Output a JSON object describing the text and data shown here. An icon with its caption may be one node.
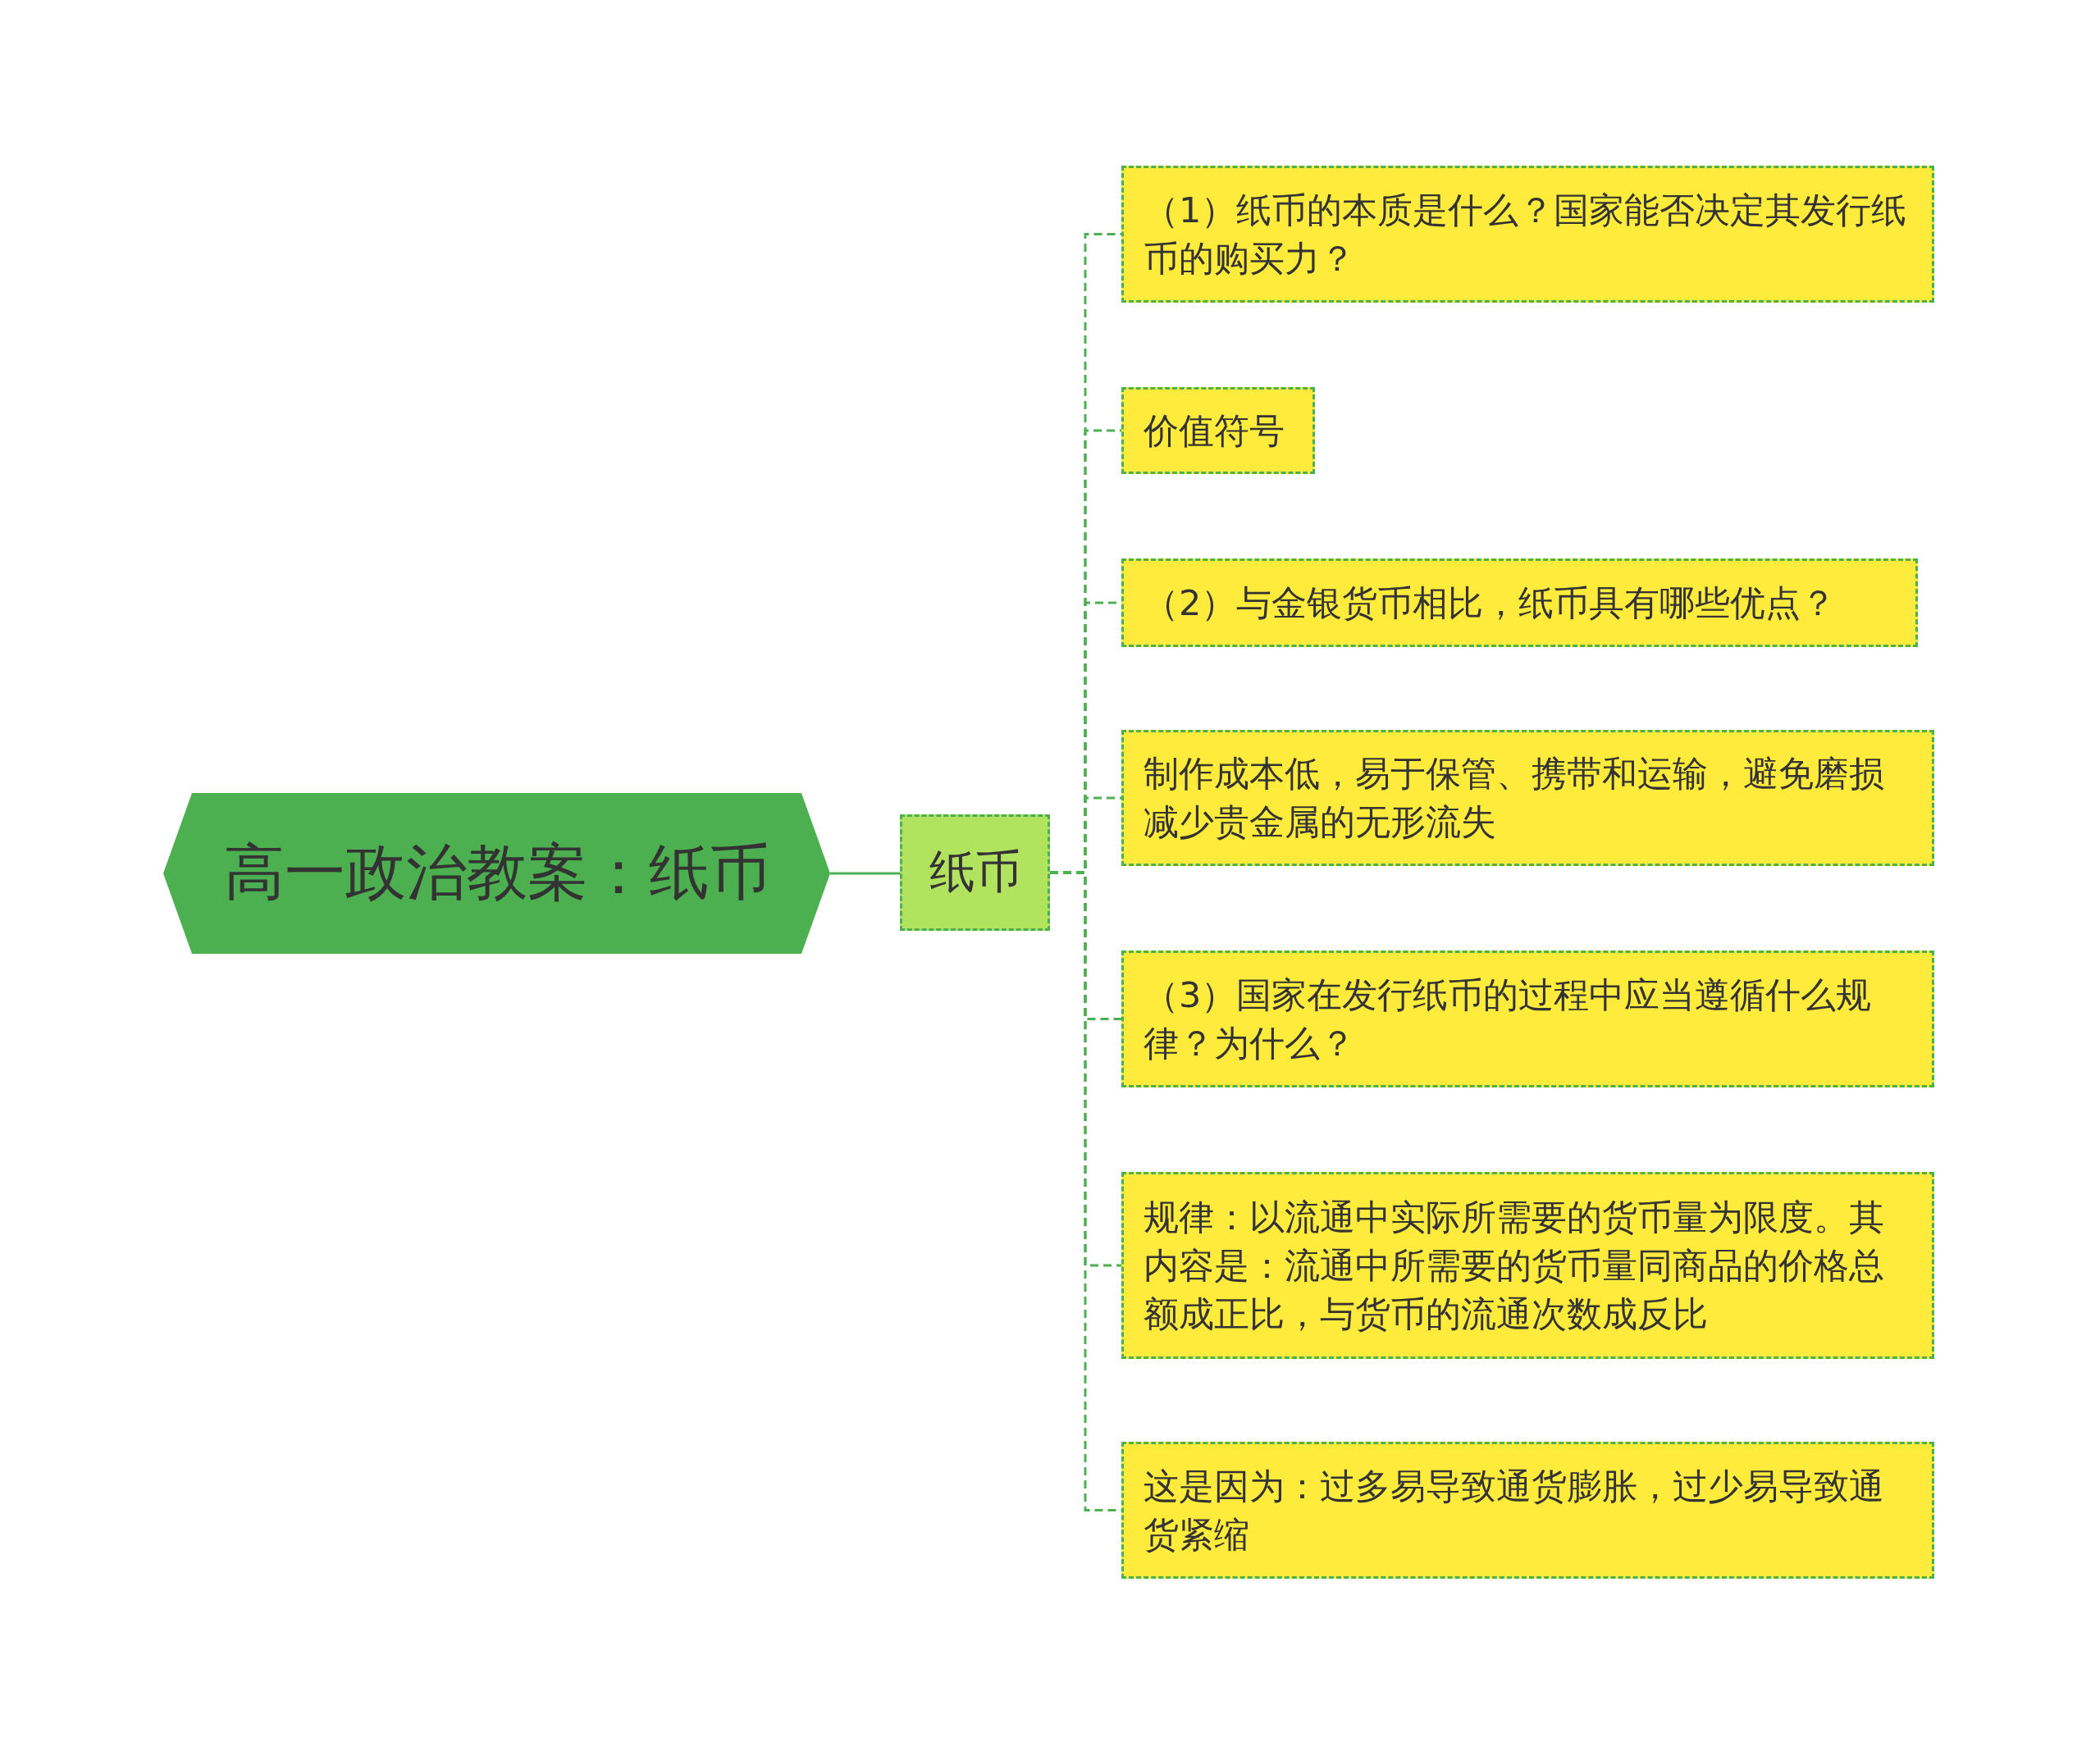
{
  "diagram": {
    "nodes": [
      {
        "text": [
          "高一政治教案：纸币"
        ]
      },
      {
        "text": [
          "纸币"
        ]
      },
      {
        "text": [
          "（1）纸币的本质是什么？国家能否决定其发行纸币的购买力？"
        ]
      },
      {
        "text": [
          "价值符号"
        ]
      },
      {
        "text": [
          "（2）与金银货币相比，纸币具有哪些优点？"
        ]
      },
      {
        "text": [
          "制作成本低，易于保管、携带和运输，避免磨损减少贵金属的无形流失"
        ]
      },
      {
        "text": [
          "（3）国家在发行纸币的过程中应当遵循什么规律？为什么？"
        ]
      },
      {
        "text": [
          "规律：以流通中实际所需要的货币量为限度。其内容是：流通中所需要的货币量同商品的价格总额成正比，与货币的流通次数成反比"
        ]
      },
      {
        "text": [
          "这是因为：过多易导致通货膨胀，过少易导致通货紧缩"
        ]
      }
    ],
    "edges": [
      {
        "from": 0,
        "to": 1,
        "arrow": "none"
      },
      {
        "from": 1,
        "to": 2,
        "arrow": "none",
        "style": "dashed"
      },
      {
        "from": 1,
        "to": 3,
        "arrow": "none",
        "style": "dashed"
      },
      {
        "from": 1,
        "to": 4,
        "arrow": "none",
        "style": "dashed"
      },
      {
        "from": 1,
        "to": 5,
        "arrow": "none",
        "style": "dashed"
      },
      {
        "from": 1,
        "to": 6,
        "arrow": "none",
        "style": "dashed"
      },
      {
        "from": 1,
        "to": 7,
        "arrow": "none",
        "style": "dashed"
      },
      {
        "from": 1,
        "to": 8,
        "arrow": "none",
        "style": "dashed"
      }
    ]
  }
}
